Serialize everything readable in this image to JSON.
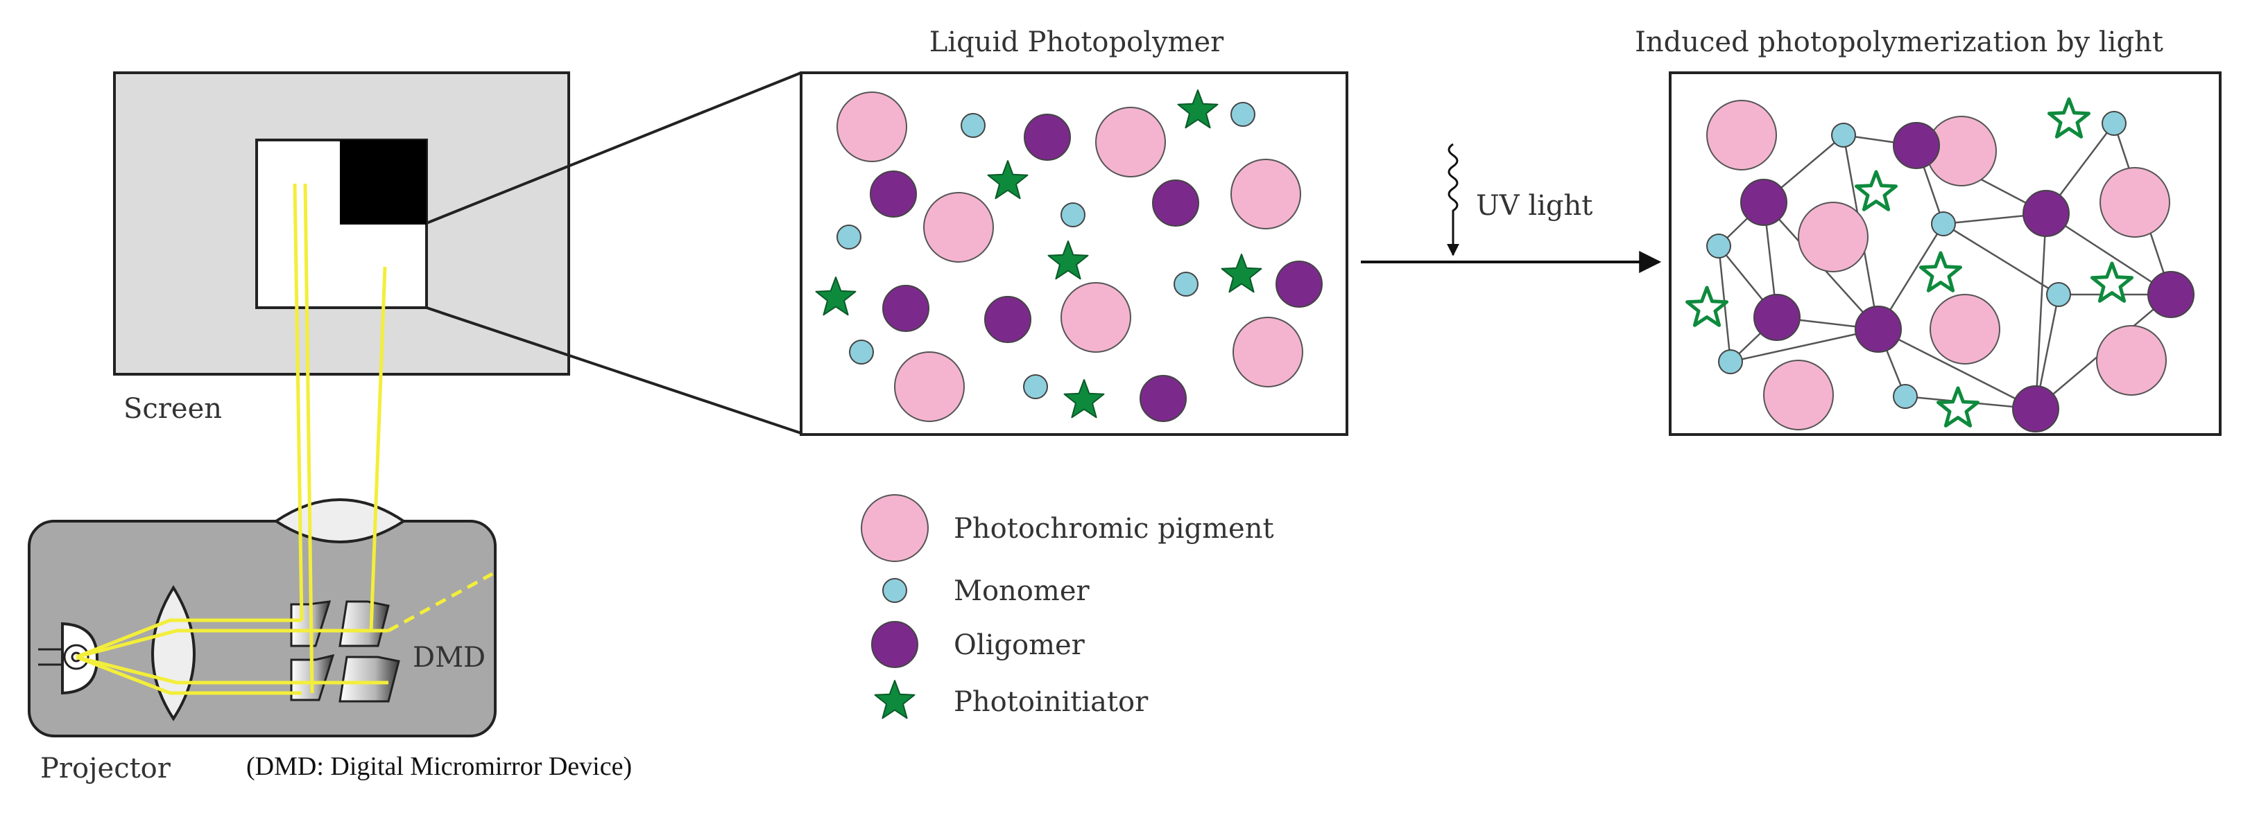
{
  "labels": {
    "screen": "Screen",
    "projector": "Projector",
    "dmd": "DMD",
    "dmd_note": "(DMD: Digital Micromirror Device)",
    "liquid": "Liquid Photopolymer",
    "induced": "Induced photopolymerization by light",
    "uv": "UV light"
  },
  "legend": [
    {
      "kind": "pigment",
      "label": "Photochromic pigment"
    },
    {
      "kind": "monomer",
      "label": "Monomer"
    },
    {
      "kind": "oligomer",
      "label": "Oligomer"
    },
    {
      "kind": "photoinitiator",
      "label": "Photoinitiator"
    }
  ],
  "colors": {
    "pigment": "#f4b4cf",
    "monomer": "#8ecfdd",
    "oligomer": "#7b2a8c",
    "photoinitiator": "#0e8a3d",
    "light_beam": "#f3ee3a",
    "screen_bg": "#dcdcdc",
    "projector_bg": "#a8a8a8"
  }
}
